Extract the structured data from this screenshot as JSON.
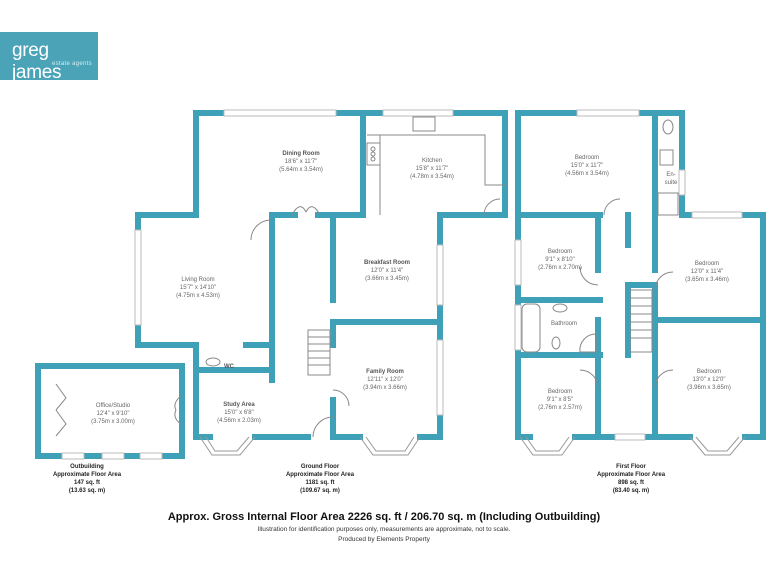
{
  "brand": {
    "name": "greg james",
    "tagline": "estate agents",
    "color": "#4aa3b7"
  },
  "colors": {
    "wall": "#3ea1b8",
    "window": "#ffffff",
    "fixture_line": "#8a8a8a",
    "label_text": "#666666"
  },
  "rooms": {
    "dining_room": {
      "name": "Dining Room",
      "imperial": "18'6\" x 11'7\"",
      "metric": "(5.64m x 3.54m)"
    },
    "kitchen": {
      "name": "Kitchen",
      "imperial": "15'8\" x 11'7\"",
      "metric": "(4.78m x 3.54m)"
    },
    "living_room": {
      "name": "Living Room",
      "imperial": "15'7\" x 14'10\"",
      "metric": "(4.75m x 4.53m)"
    },
    "breakfast_room": {
      "name": "Breakfast Room",
      "imperial": "12'0\" x 11'4\"",
      "metric": "(3.66m x 3.45m)"
    },
    "family_room": {
      "name": "Family Room",
      "imperial": "12'11\" x 12'0\"",
      "metric": "(3.94m x 3.66m)"
    },
    "wc": {
      "name": "WC"
    },
    "study_area": {
      "name": "Study Area",
      "imperial": "15'0\" x 6'8\"",
      "metric": "(4.56m x 2.03m)"
    },
    "office_studio": {
      "name": "Office/Studio",
      "imperial": "12'4\" x 9'10\"",
      "metric": "(3.75m x 3.00m)"
    },
    "bedroom_1": {
      "name": "Bedroom",
      "imperial": "15'0\" x 11'7\"",
      "metric": "(4.56m x 3.54m)"
    },
    "en_suite": {
      "name": "En-\nsuite",
      "line1": "En-",
      "line2": "suite"
    },
    "bedroom_2": {
      "name": "Bedroom",
      "imperial": "9'1\" x 8'10\"",
      "metric": "(2.76m x 2.70m)"
    },
    "bedroom_3": {
      "name": "Bedroom",
      "imperial": "12'0\" x 11'4\"",
      "metric": "(3.65m x 3.46m)"
    },
    "bathroom": {
      "name": "Bathroom"
    },
    "bedroom_4": {
      "name": "Bedroom",
      "imperial": "9'1\" x 8'5\"",
      "metric": "(2.76m x 2.57m)"
    },
    "bedroom_5": {
      "name": "Bedroom",
      "imperial": "13'0\" x 12'0\"",
      "metric": "(3.96m x 3.65m)"
    }
  },
  "floor_areas": {
    "outbuilding": {
      "title": "Outbuilding",
      "subtitle": "Approximate Floor Area",
      "sqft": "147 sq. ft",
      "sqm": "(13.63 sq. m)"
    },
    "ground_floor": {
      "title": "Ground Floor",
      "subtitle": "Approximate Floor Area",
      "sqft": "1181 sq. ft",
      "sqm": "(109.67 sq. m)"
    },
    "first_floor": {
      "title": "First Floor",
      "subtitle": "Approximate Floor Area",
      "sqft": "898 sq. ft",
      "sqm": "(83.40 sq. m)"
    }
  },
  "footer": {
    "gross_area": "Approx. Gross Internal Floor Area 2226 sq. ft / 206.70 sq. m (Including Outbuilding)",
    "disclaimer": "Illustration for identification purposes only, measurements are approximate, not to scale.",
    "producer": "Produced by Elements Property"
  }
}
